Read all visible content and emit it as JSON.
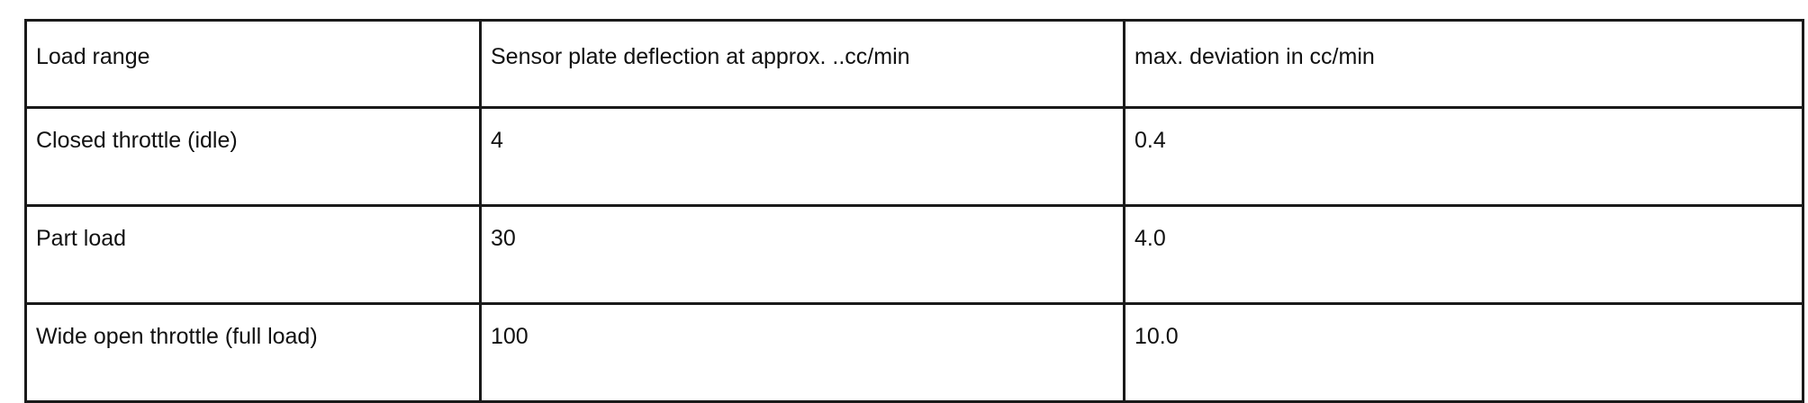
{
  "table": {
    "headers": [
      "Load range",
      "Sensor plate deflection at approx. ..cc/min",
      "max. deviation in cc/min"
    ],
    "rows": [
      [
        "Closed throttle (idle)",
        "4",
        "0.4"
      ],
      [
        "Part load",
        "30",
        "4.0"
      ],
      [
        "Wide open throttle (full load)",
        "100",
        "10.0"
      ]
    ]
  }
}
